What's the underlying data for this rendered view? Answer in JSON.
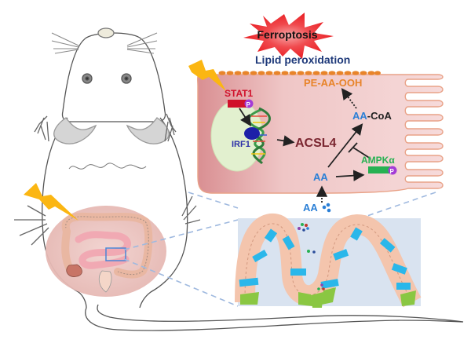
{
  "labels": {
    "ferroptosis": "Ferroptosis",
    "lipid_peroxidation": "Lipid peroxidation",
    "pe_aa_ooh": "PE-AA-OOH",
    "stat1": "STAT1",
    "phospho_stat1": "P",
    "irf1": "IRF1",
    "acsl4": "ACSL4",
    "aa_coa_aa": "AA",
    "aa_coa_suffix": "-CoA",
    "ampk": "AMPKα",
    "phospho_ampk": "P",
    "aa_inner": "AA",
    "aa_outer": "AA"
  },
  "colors": {
    "ferroptosis_burst": "#ee2a2f",
    "lipid_text": "#1f3a7a",
    "membrane_lipid": "#e8842a",
    "cell_fill": "#efc8c8",
    "stat1": "#d0112b",
    "phospho": "#a43bd6",
    "irf1": "#2b2fa8",
    "nucleus": "#e2f0cf",
    "acsl4": "#7a2630",
    "aa": "#2a7fd6",
    "ampk": "#27b152",
    "lightning": "#fbb612",
    "tissue_bg": "#d9e3f0",
    "colon_region": "#f3d6d2"
  }
}
